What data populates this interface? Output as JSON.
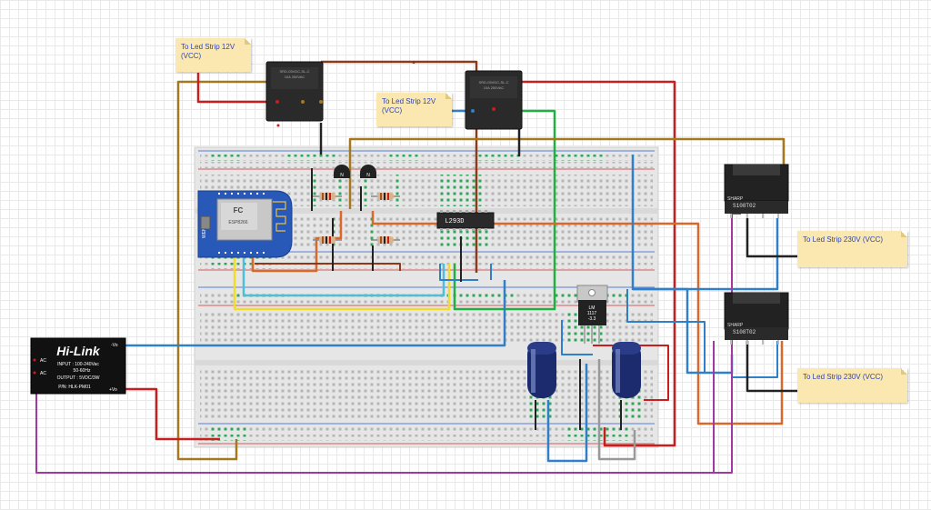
{
  "notes": {
    "relay1": "To Led Strip 12V\n(VCC)",
    "relay2": "To Led Strip 12V\n(VCC)",
    "ssr1": "To Led Strip 230V (VCC)",
    "ssr2": "To Led Strip 230V (VCC)"
  },
  "components": {
    "wemos": {
      "brand": "WEMOS",
      "chip": "ESP8266"
    },
    "driver": {
      "label": "L293D"
    },
    "regulator": {
      "line1": "LM",
      "line2": "1117",
      "line3": "-3.3"
    },
    "ssr_brand": "SHARP",
    "ssr_part": "S108T02",
    "psu": {
      "brand": "Hi-Link",
      "input": "INPUT : 100-240Vac",
      "freq": "50-60Hz",
      "output": "OUTPUT : 5VDC/3W",
      "pn": "P/N: HLK-PM01",
      "ac": "AC",
      "vout_neg": "-Vo",
      "vout_pos": "+Vo"
    }
  },
  "colors": {
    "red": "#c81e1e",
    "brown": "#8b3a1a",
    "ochre": "#a5781e",
    "blue": "#2f80c8",
    "green": "#1fb040",
    "yellow": "#f2dc2a",
    "cyan": "#4fbfd9",
    "orange": "#d9692a",
    "purple": "#a03aa0",
    "black": "#222222",
    "grey": "#999999"
  }
}
